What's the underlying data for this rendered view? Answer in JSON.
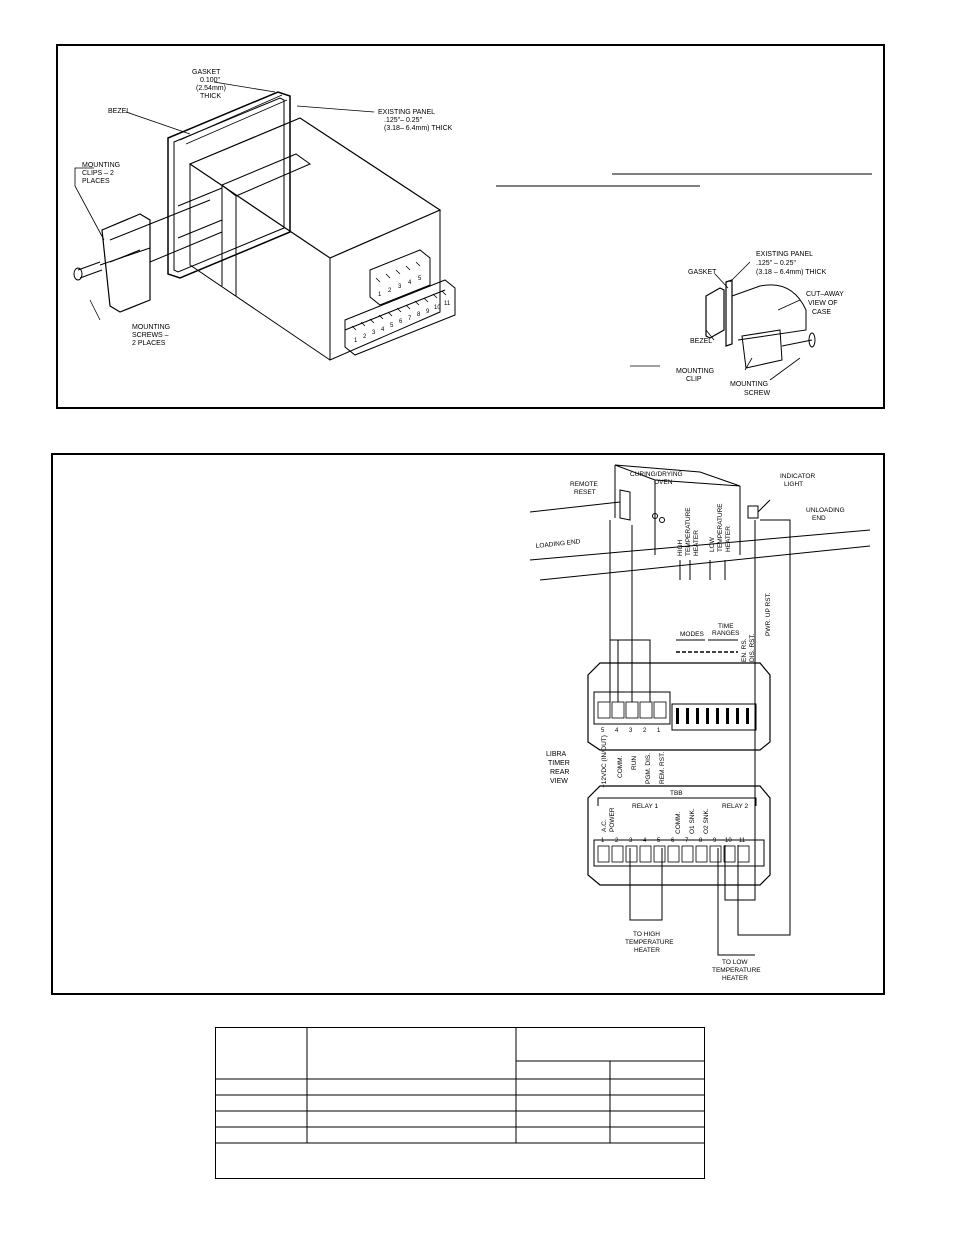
{
  "panel_mount": {
    "labels": {
      "gasket": "GASKET",
      "gasket_thk_in": "0.100\"",
      "gasket_thk_mm": "(2.54mm)",
      "gasket_thick": "THICK",
      "bezel": "BEZEL",
      "existing_panel": "EXISTING PANEL",
      "panel_thk_in": ".125\"– 0.25\"",
      "panel_thk_mm": "(3.18– 6.4mm) THICK",
      "clips_1": "MOUNTING",
      "clips_2": "CLIPS – 2",
      "clips_3": "PLACES",
      "screws_1": "MOUNTING",
      "screws_2": "SCREWS –",
      "screws_3": "2 PLACES"
    },
    "terminal_numbers_upper": [
      "1",
      "2",
      "3",
      "4",
      "5"
    ],
    "terminal_numbers_lower": [
      "1",
      "2",
      "3",
      "4",
      "5",
      "6",
      "7",
      "8",
      "9",
      "10",
      "11"
    ],
    "detail": {
      "existing_panel": "EXISTING PANEL",
      "panel_thk_in": ".125\" – 0.25\"",
      "panel_thk_mm": "(3.18 – 6.4mm) THICK",
      "gasket": "GASKET",
      "cutaway_1": "CUT–AWAY",
      "cutaway_2": "VIEW OF",
      "cutaway_3": "CASE",
      "bezel": "BEZEL",
      "clip_1": "MOUNTING",
      "clip_2": "CLIP",
      "screw_1": "MOUNTING",
      "screw_2": "SCREW"
    }
  },
  "application": {
    "oven_1": "CURING/DRYING",
    "oven_2": "OVEN",
    "remote_reset_1": "REMOTE",
    "remote_reset_2": "RESET",
    "indicator_1": "INDICATOR",
    "indicator_2": "LIGHT",
    "unloading_1": "UNLOADING",
    "unloading_2": "END",
    "loading_end": "LOADING END",
    "high_temp_1": "HIGH",
    "high_temp_2": "TEMPERATURE",
    "high_temp_3": "HEATER",
    "low_temp_1": "LOW",
    "low_temp_2": "TEMPERATURE",
    "low_temp_3": "HEATER",
    "modes": "MODES",
    "time_1": "TIME",
    "time_2": "RANGES",
    "dip_en1": "EN. RS.",
    "dip_dis1": "DIS. RST.",
    "dip_pwr": "PWR. UP RST.",
    "tba_numbers": [
      "5",
      "4",
      "3",
      "2",
      "1"
    ],
    "tba_labels": [
      "+12VDC (IN/OUT)",
      "COMM.",
      "RUN",
      "PGM. DIS.",
      "REM. RST."
    ],
    "libra_1": "LIBRA",
    "libra_2": "TIMER",
    "libra_3": "REAR",
    "libra_4": "VIEW",
    "tbb": "TBB",
    "ac_power_1": "A.C.",
    "ac_power_2": "POWER",
    "relay1": "RELAY 1",
    "relay2": "RELAY 2",
    "comm": "COMM.",
    "o1_snk": "O1 SNK.",
    "o2_snk": "O2 SNK.",
    "tbb_numbers": [
      "1",
      "2",
      "3",
      "4",
      "5",
      "6",
      "7",
      "8",
      "9",
      "10",
      "11"
    ],
    "to_high_1": "TO HIGH",
    "to_high_2": "TEMPERATURE",
    "to_high_3": "HEATER",
    "to_low_1": "TO LOW",
    "to_low_2": "TEMPERATURE",
    "to_low_3": "HEATER"
  }
}
